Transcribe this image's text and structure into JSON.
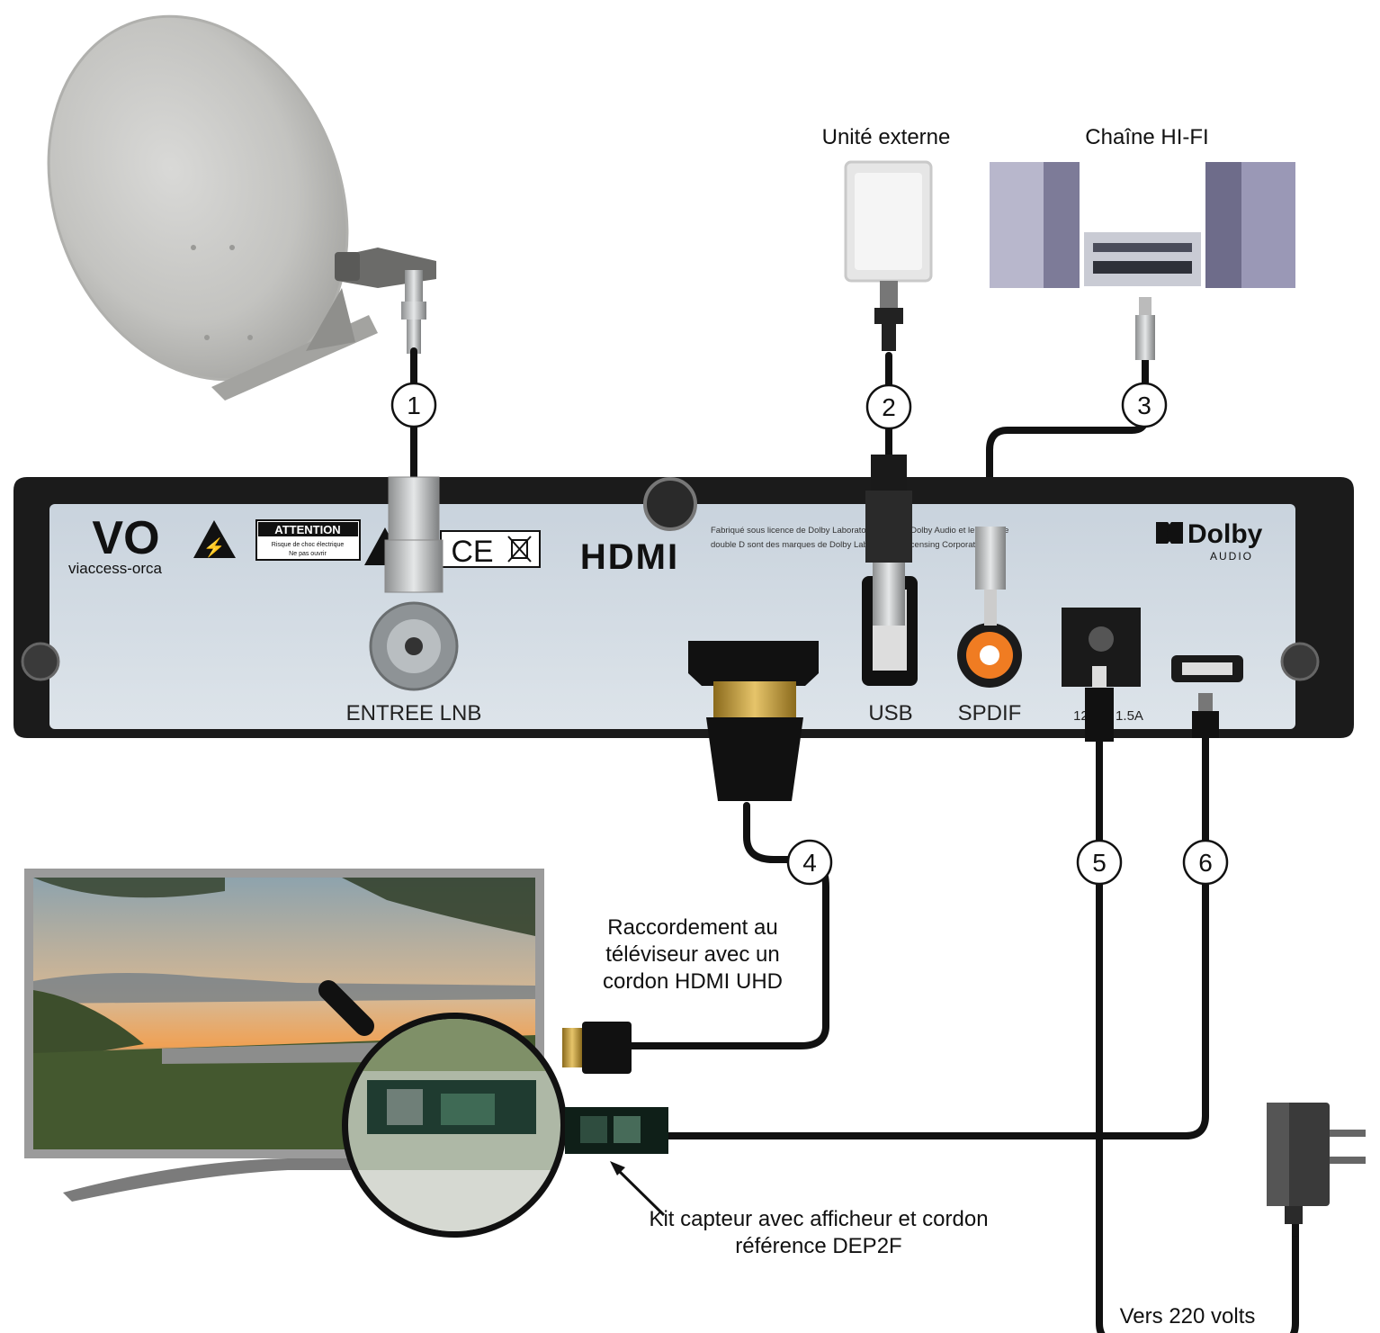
{
  "labels": {
    "external_unit": "Unité externe",
    "hifi": "Chaîne HI-FI",
    "tv_connection": [
      "Raccordement au",
      "téléviseur avec un",
      "cordon HDMI UHD"
    ],
    "sensor_kit": [
      "Kit capteur avec afficheur et cordon",
      "référence DEP2F"
    ],
    "mains": "Vers 220 volts"
  },
  "receiver": {
    "brand": "VO",
    "brand_sub": "viaccess-orca",
    "warning_title": "ATTENTION",
    "warning_text": [
      "Risque de choc électrique",
      "Ne pas ouvrir"
    ],
    "ce_mark": "CE",
    "hdmi_logo": "HDMI",
    "license_text": [
      "Fabriqué sous licence de Dolby Laboratories. Dolby, Dolby Audio et le symbole",
      "double D sont des marques de Dolby Laboratories Licensing Corporation"
    ],
    "dolby": "Dolby",
    "dolby_sub": "AUDIO",
    "ports": {
      "lnb": "ENTREE LNB",
      "usb": "USB",
      "spdif": "SPDIF",
      "power": "12V ⎓ 1.5A"
    }
  },
  "connectors": [
    "1",
    "2",
    "3",
    "4",
    "5",
    "6"
  ],
  "colors": {
    "cable": "#111111",
    "receiver_face": "#d4dce5",
    "receiver_body": "#1b1b1b",
    "spdif_orange": "#f07c22",
    "hdmi_gold": "#c99a2e"
  }
}
